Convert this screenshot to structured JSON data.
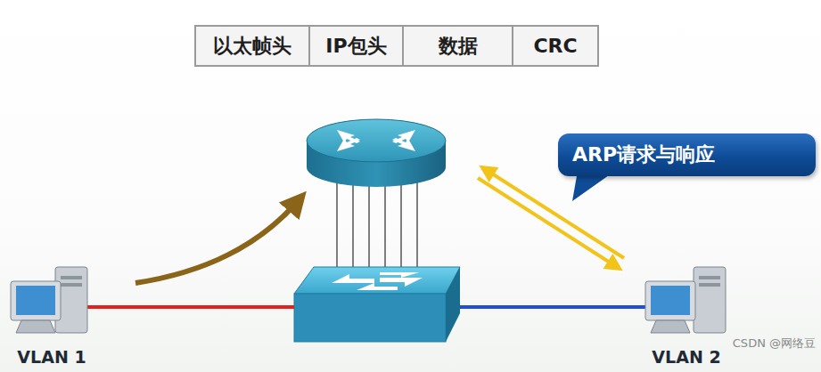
{
  "diagram": {
    "nodes": [
      {
        "text": [
          "以太帧头"
        ]
      },
      {
        "text": [
          "IP包头"
        ]
      },
      {
        "text": [
          "数据"
        ]
      },
      {
        "text": [
          "CRC"
        ]
      },
      {
        "text": [
          "ARP请求与响应"
        ]
      },
      {
        "text": [
          "VLAN 1"
        ]
      },
      {
        "text": [
          "VLAN 2"
        ]
      }
    ],
    "labels": [
      "CSDN @网络豆"
    ]
  }
}
